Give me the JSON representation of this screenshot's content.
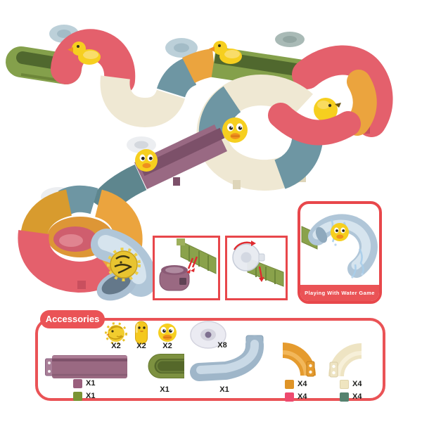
{
  "palette": {
    "panel_red": "#ea5356",
    "inset_border_red": "#e8474b",
    "track_red": "#e4606c",
    "track_green": "#84a04b",
    "track_green_dark": "#50682e",
    "track_cream": "#efe8d3",
    "track_teal": "#6e96a3",
    "track_orange": "#eba43e",
    "track_purple": "#996983",
    "track_mustard": "#d89b2e",
    "slide_blue": "#b0c6d8",
    "duck_yellow": "#f6cf1f",
    "beak_orange": "#ef9122",
    "suction_gray": "#bcd0d9",
    "count_text": "#1d1d1b"
  },
  "water_game_box": {
    "label": "Playing With Water Game"
  },
  "accessories": {
    "title": "Accessories",
    "small_items": [
      {
        "name": "spinner-duck",
        "count": "X2"
      },
      {
        "name": "capsule-duck",
        "count": "X2"
      },
      {
        "name": "duck",
        "count": "X2"
      },
      {
        "name": "suction-cup",
        "count": "X8"
      }
    ],
    "parts": [
      {
        "name": "straight-track",
        "swatch_counts": [
          {
            "color": "#9a5f7d",
            "label": "X1"
          },
          {
            "color": "#7a9434",
            "label": "X1"
          }
        ]
      },
      {
        "name": "u-end-track",
        "count": "X1"
      },
      {
        "name": "slide-track",
        "count": "X1"
      },
      {
        "name": "quarter-curve-warm",
        "swatch_counts": [
          {
            "color": "#df9427",
            "label": "X4"
          },
          {
            "color": "#ee4a6e",
            "label": "X4"
          }
        ]
      },
      {
        "name": "quarter-curve-light",
        "swatch_counts": [
          {
            "color": "#efe5c0",
            "label": "X4"
          },
          {
            "color": "#55826f",
            "label": "X4"
          }
        ]
      }
    ]
  }
}
